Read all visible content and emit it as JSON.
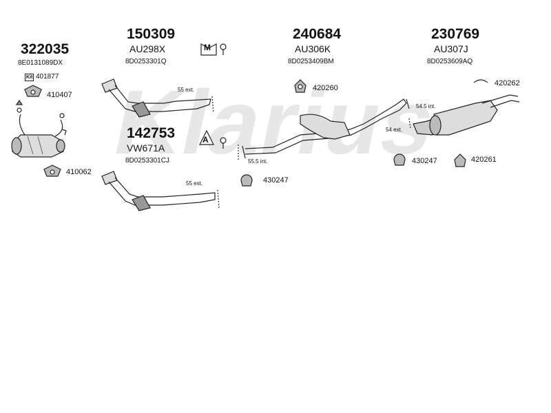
{
  "watermark": "Klarius",
  "assemblies": [
    {
      "number": "322035",
      "code": "",
      "oem": "8E0131089DX"
    },
    {
      "number": "150309",
      "code": "AU298X",
      "oem": "8D0253301Q"
    },
    {
      "number": "240684",
      "code": "AU306K",
      "oem": "8D0253409BM"
    },
    {
      "number": "230769",
      "code": "AU307J",
      "oem": "8D0253609AQ"
    },
    {
      "number": "142753",
      "code": "VW671A",
      "oem": "8D0253301CJ"
    }
  ],
  "kit": {
    "badge": "Kit",
    "number": "401877"
  },
  "fittings": {
    "f410407": "410407",
    "f410062": "410062",
    "f420260": "420260",
    "f430247a": "430247",
    "f430247b": "430247",
    "f420262": "420262",
    "f420261": "420261"
  },
  "dimensions": {
    "d55a": "55 ext.",
    "d55b": "55 ext.",
    "d555": "55.5 int.",
    "d545": "54.5 int.",
    "d54": "54 ext."
  },
  "transmission": {
    "manual": "M",
    "automatic": "A"
  }
}
